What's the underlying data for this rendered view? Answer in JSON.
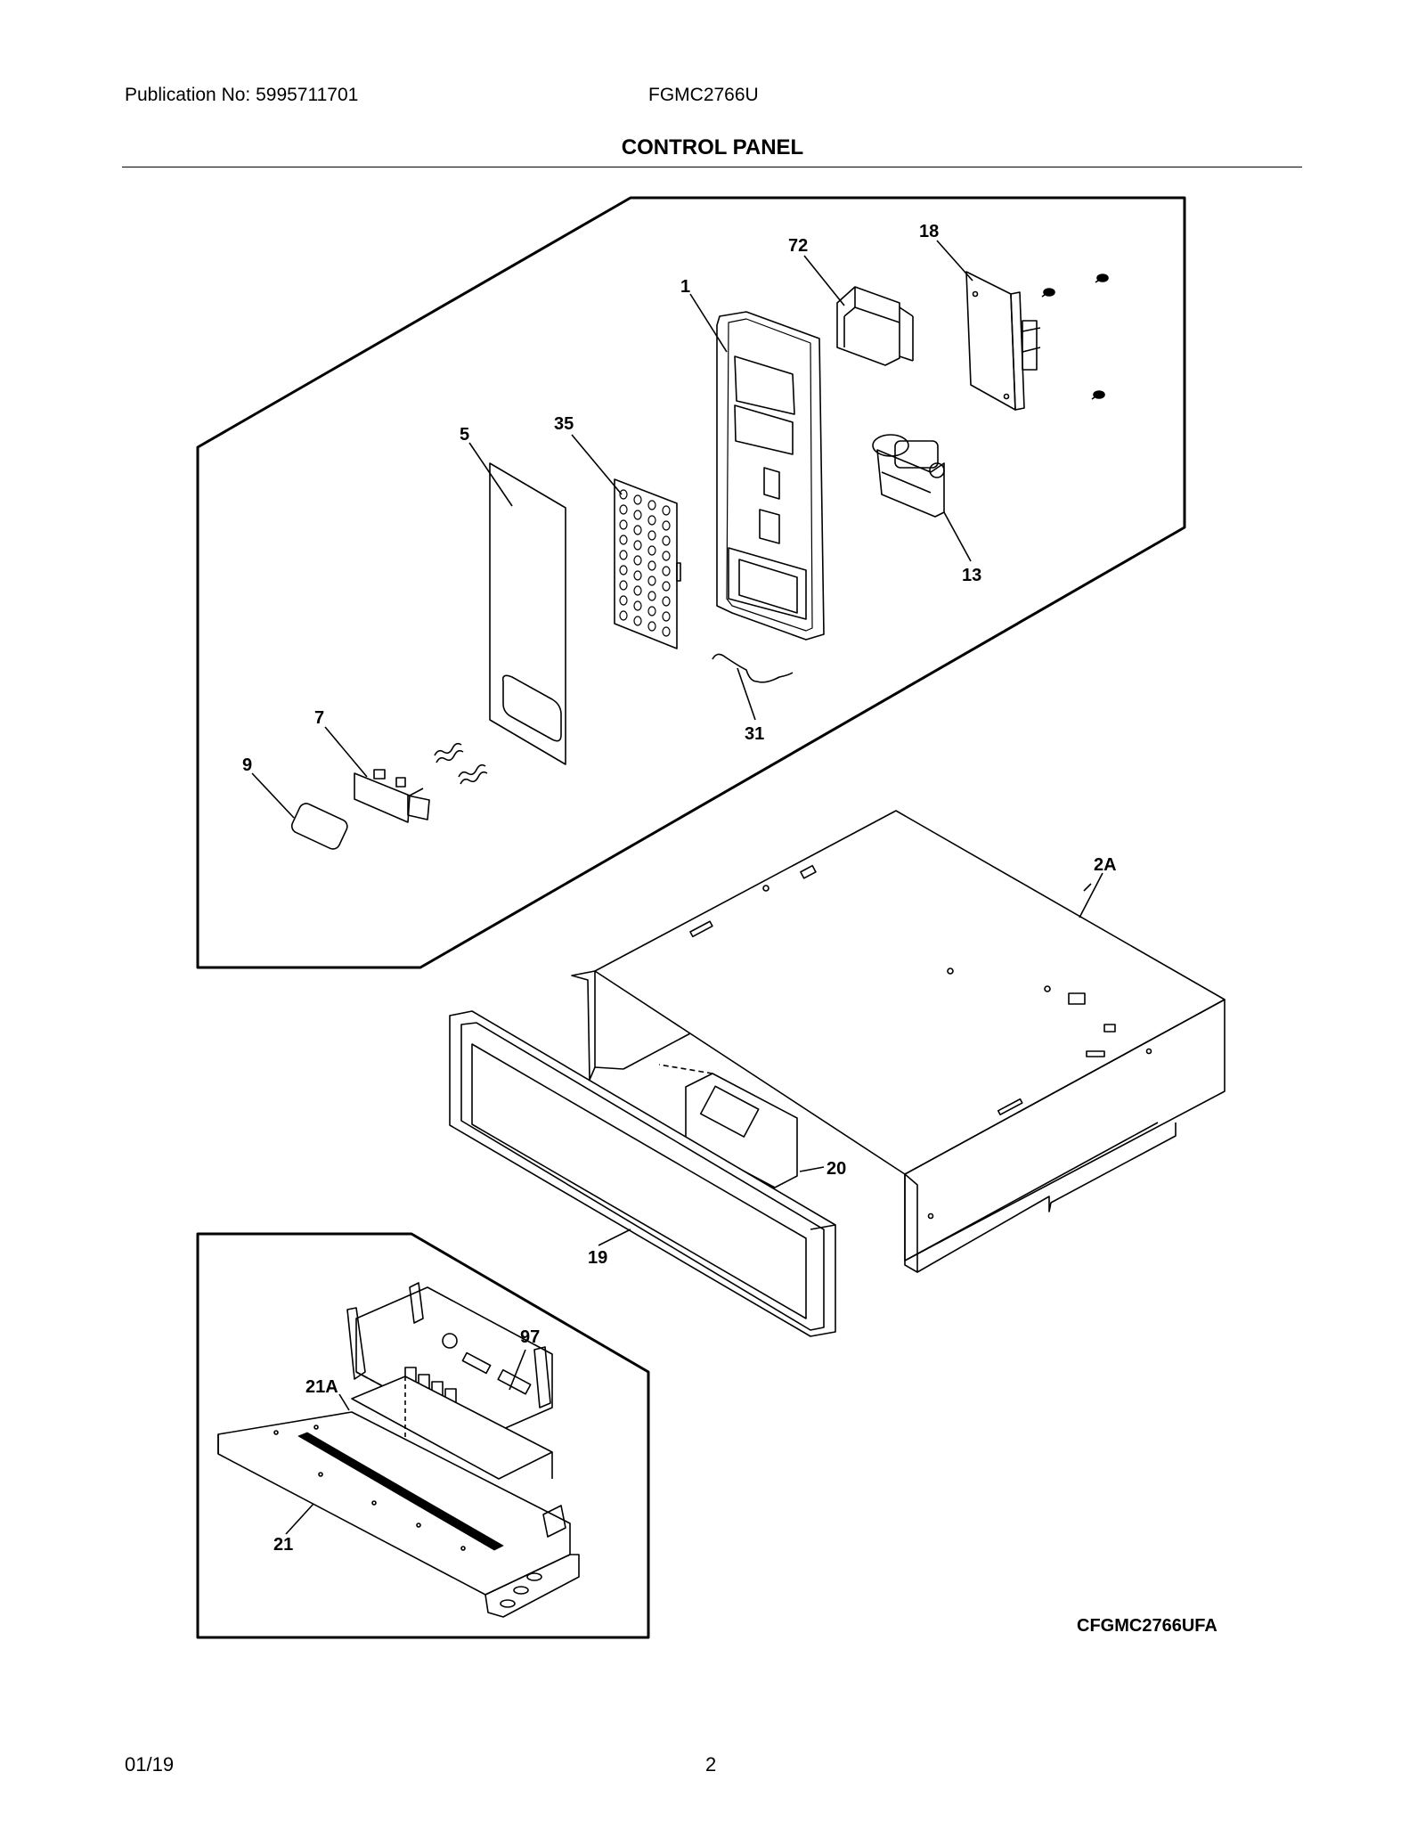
{
  "header": {
    "publication": "Publication No: 5995711701",
    "model": "FGMC2766U",
    "title": "CONTROL PANEL"
  },
  "callouts": {
    "c1": "1",
    "c72": "72",
    "c18": "18",
    "c5": "5",
    "c35": "35",
    "c13": "13",
    "c7": "7",
    "c9": "9",
    "c31": "31",
    "c2A": "2A",
    "c20": "20",
    "c19": "19",
    "c97": "97",
    "c21A": "21A",
    "c21": "21"
  },
  "drawing_code": "CFGMC2766UFA",
  "footer": {
    "date": "01/19",
    "page": "2"
  }
}
